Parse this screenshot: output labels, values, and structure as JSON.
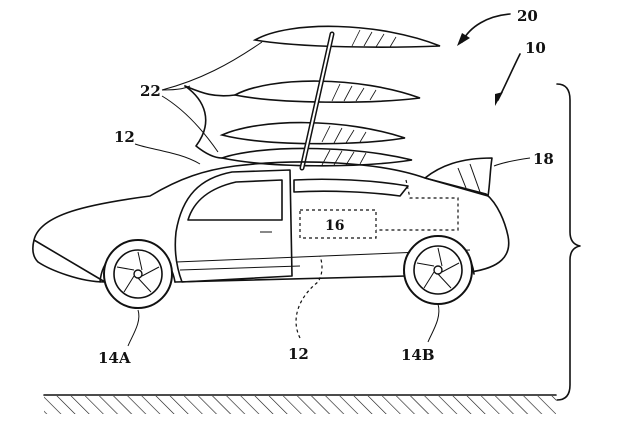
{
  "labels": {
    "system": "20",
    "vehicle": "10",
    "wing_assembly": "22",
    "body_upper": "12",
    "body_lower": "12",
    "wing_housing": "18",
    "component_box": "16",
    "front_wheel": "14A",
    "rear_wheel": "14B"
  }
}
